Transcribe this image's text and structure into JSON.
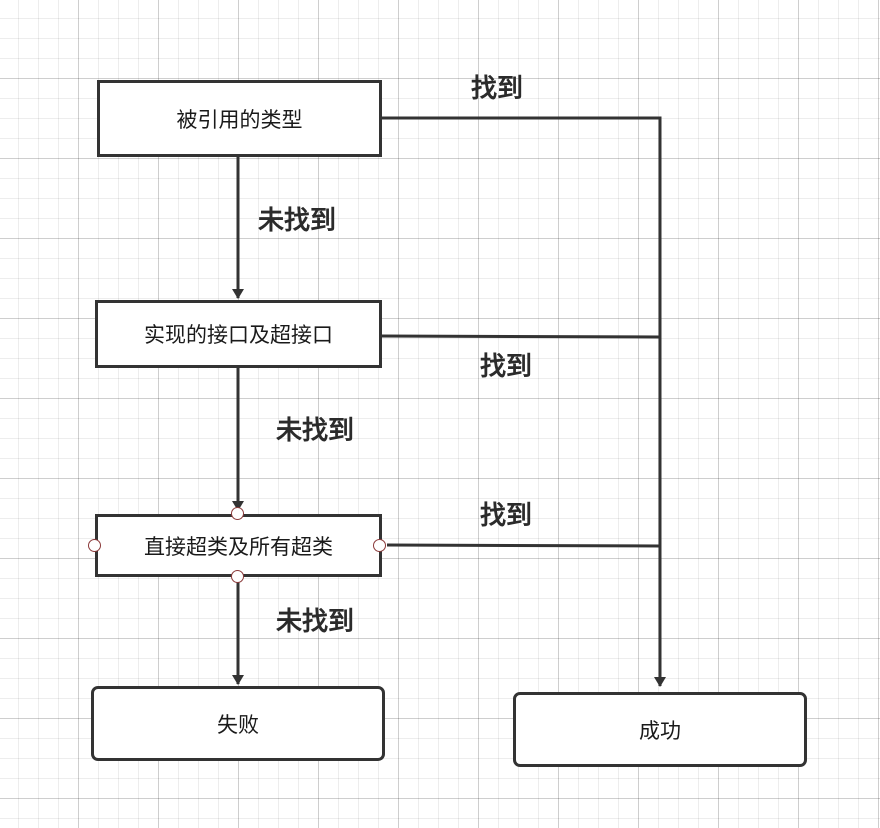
{
  "nodes": {
    "referenced_type": "被引用的类型",
    "implemented_interfaces": "实现的接口及超接口",
    "direct_superclasses": "直接超类及所有超类",
    "failure": "失败",
    "success": "成功"
  },
  "edge_labels": {
    "found_1": "找到",
    "not_found_1": "未找到",
    "found_2": "找到",
    "not_found_2": "未找到",
    "found_3": "找到",
    "not_found_3": "未找到"
  },
  "colors": {
    "stroke": "#333333",
    "handle": "#8b3a3a",
    "grid": "#e6e6e6"
  }
}
